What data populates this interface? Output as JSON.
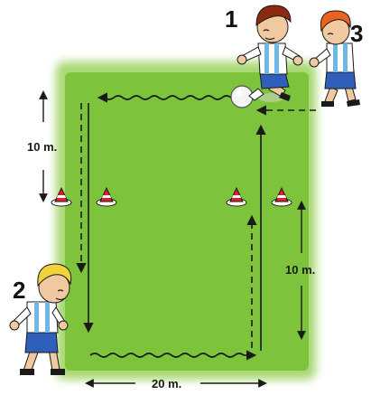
{
  "labels": {
    "left_distance": "10 m.",
    "right_distance": "10 m.",
    "bottom_distance": "20 m."
  },
  "players": [
    {
      "number": "1"
    },
    {
      "number": "2"
    },
    {
      "number": "3"
    }
  ],
  "colors": {
    "field_green": "#7dc43c",
    "field_edge": "#b9e08a",
    "cone_red": "#e0202a",
    "cone_white": "#ffffff",
    "jersey_stripe": "#6fb8e6",
    "shorts_blue": "#2f5fb8",
    "hair_player_1": "#8b2a10",
    "hair_player_2": "#f2d23a",
    "hair_player_3": "#e8641e",
    "line": "#1a1a1a"
  }
}
